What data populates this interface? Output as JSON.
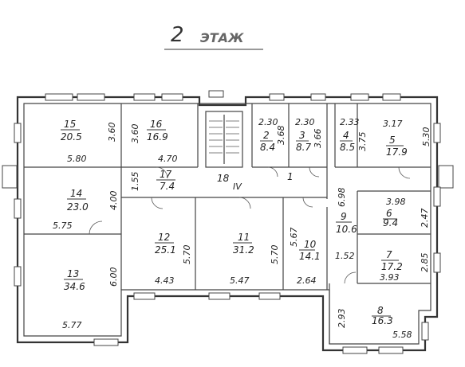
{
  "title": {
    "number": "2",
    "text": "ЭТАЖ"
  },
  "rooms": [
    {
      "id": "r15",
      "number": "15",
      "area": "20.5",
      "dims": [
        "5.80",
        "3.60"
      ]
    },
    {
      "id": "r16",
      "number": "16",
      "area": "16.9",
      "dims": [
        "3.60",
        "4.70"
      ]
    },
    {
      "id": "r2",
      "number": "2",
      "area": "8.4",
      "dims": [
        "2.30",
        "3.68"
      ]
    },
    {
      "id": "r3",
      "number": "3",
      "area": "8.7",
      "dims": [
        "2.30",
        "3.66"
      ]
    },
    {
      "id": "r4",
      "number": "4",
      "area": "8.5",
      "dims": [
        "2.33",
        "3.75"
      ]
    },
    {
      "id": "r5",
      "number": "5",
      "area": "17.9",
      "dims": [
        "3.17",
        "5.30"
      ]
    },
    {
      "id": "r17",
      "number": "17",
      "area": "7.4",
      "dims": [
        "1.55"
      ]
    },
    {
      "id": "r18",
      "number": "18",
      "area": "",
      "dims": []
    },
    {
      "id": "r1",
      "number": "1",
      "area": "",
      "dims": []
    },
    {
      "id": "r14",
      "number": "14",
      "area": "23.0",
      "dims": [
        "5.75",
        "4.00"
      ]
    },
    {
      "id": "r12",
      "number": "12",
      "area": "25.1",
      "dims": [
        "4.43",
        "5.70"
      ]
    },
    {
      "id": "r11",
      "number": "11",
      "area": "31.2",
      "dims": [
        "5.47",
        "5.70"
      ]
    },
    {
      "id": "r10",
      "number": "10",
      "area": "14.1",
      "dims": [
        "5.67",
        "2.64"
      ]
    },
    {
      "id": "r9",
      "number": "9",
      "area": "10.6",
      "dims": [
        "6.98",
        "1.52"
      ]
    },
    {
      "id": "r6",
      "number": "6",
      "area": "9.4",
      "dims": [
        "3.98",
        "2.47"
      ]
    },
    {
      "id": "r7",
      "number": "7",
      "area": "17.2",
      "dims": [
        "3.93",
        "2.85"
      ]
    },
    {
      "id": "r13",
      "number": "13",
      "area": "34.6",
      "dims": [
        "5.77",
        "6.00"
      ]
    },
    {
      "id": "r8",
      "number": "8",
      "area": "16.3",
      "dims": [
        "5.58",
        "2.93"
      ]
    }
  ],
  "stair_label": "IV"
}
